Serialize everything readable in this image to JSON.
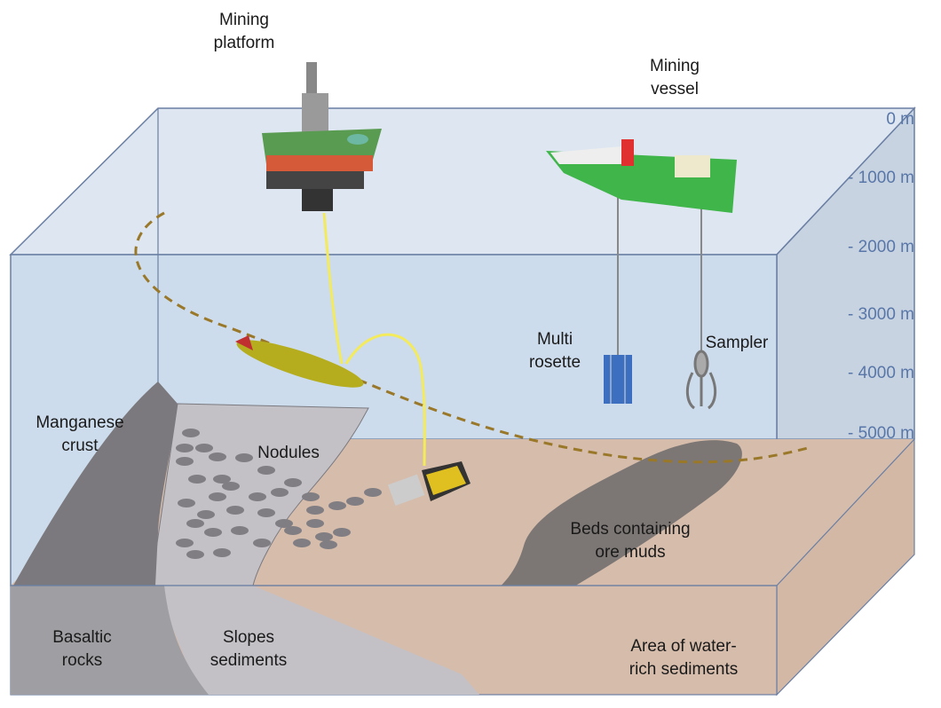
{
  "title_labels": {
    "mining_platform": "Mining\nplatform",
    "mining_vessel": "Mining\nvessel",
    "multi_rosette": "Multi\nrosette",
    "sampler": "Sampler",
    "manganese_crust": "Manganese\ncrust",
    "nodules": "Nodules",
    "beds": "Beds containing\nore muds",
    "basaltic": "Basaltic\nrocks",
    "slopes": "Slopes\nsediments",
    "water_rich": "Area of water-\nrich sediments"
  },
  "depths": [
    "0 m",
    "- 1000 m",
    "- 2000 m",
    "- 3000 m",
    "- 4000 m",
    "- 5000 m"
  ],
  "colors": {
    "water_top": "#dde6f1",
    "water_front": "#cddcec",
    "water_side": "#c3cfdf",
    "edge": "#6a7fa3",
    "sediment_brown": "#d6bcab",
    "slope_grey": "#c3c1c6",
    "crust_dark": "#7b797d",
    "basalt": "#9f9ea2",
    "bed_dark": "#7c7774",
    "cable": "#f3ea5c",
    "path": "#9a7829"
  }
}
